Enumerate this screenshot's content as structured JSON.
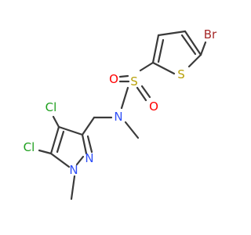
{
  "colors": {
    "bond": "#3a3a3a",
    "Br": "#a62929",
    "S": "#b8a10a",
    "O": "#ff0000",
    "N": "#3050f8",
    "Cl": "#1fa01f",
    "background": "#ffffff"
  },
  "atoms": {
    "bromine": "Br",
    "thiophene_sulfur": "S",
    "sulfonyl_sulfur": "S",
    "oxygen_upper": "O",
    "oxygen_lower": "O",
    "sulfonamide_nitrogen": "N",
    "chlorine_upper": "Cl",
    "chlorine_lower": "Cl",
    "pyrazole_n1": "N",
    "pyrazole_n2": "N"
  }
}
